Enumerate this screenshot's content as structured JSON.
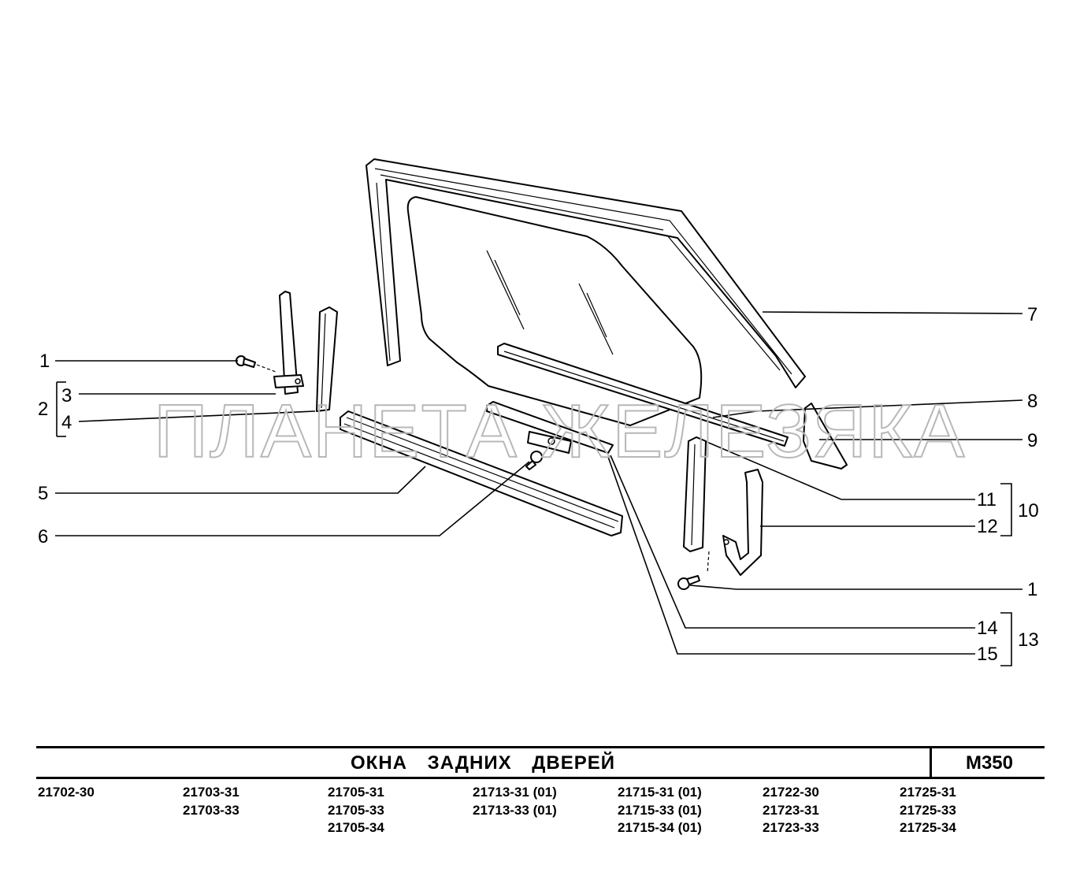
{
  "callouts": {
    "c1a": "1",
    "c2": "2",
    "c3": "3",
    "c4": "4",
    "c5": "5",
    "c6": "6",
    "c7": "7",
    "c8": "8",
    "c9": "9",
    "c10": "10",
    "c11": "11",
    "c12": "12",
    "c1b": "1",
    "c13": "13",
    "c14": "14",
    "c15": "15"
  },
  "watermark": "ПЛАНЕТА ЖЕЛЕЗЯКА",
  "title": "ОКНА  ЗАДНИХ  ДВЕРЕЙ",
  "code": "М350",
  "models": [
    [
      "21702-30"
    ],
    [
      "21703-31",
      "21703-33"
    ],
    [
      "21705-31",
      "21705-33",
      "21705-34"
    ],
    [
      "21713-31 (01)",
      "21713-33 (01)"
    ],
    [
      "21715-31 (01)",
      "21715-33 (01)",
      "21715-34 (01)"
    ],
    [
      "21722-30",
      "21723-31",
      "21723-33"
    ],
    [
      "21725-31",
      "21725-33",
      "21725-34"
    ]
  ]
}
